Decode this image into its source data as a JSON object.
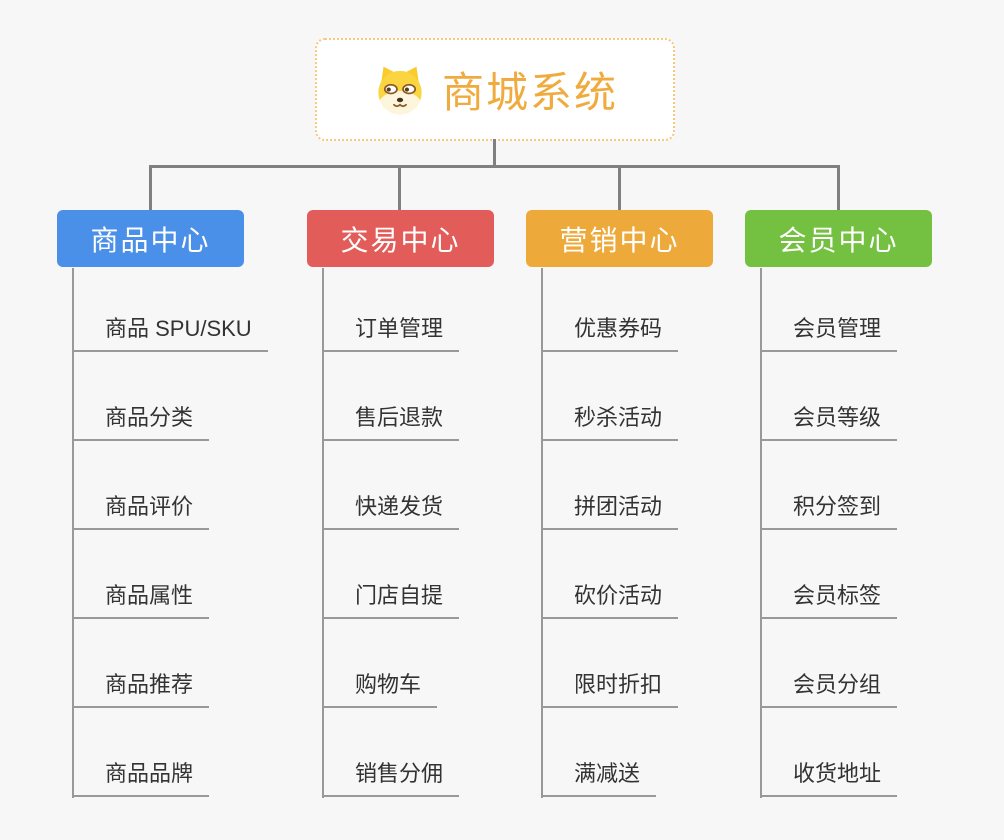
{
  "root": {
    "title": "商城系统",
    "icon": "dog-face-icon",
    "accent_color": "#f0ab3e",
    "border_color": "#f5c87e"
  },
  "connector_color": "#808080",
  "child_line_color": "#999999",
  "branches": [
    {
      "label": "商品中心",
      "color": "#4a8fe8",
      "children": [
        "商品 SPU/SKU",
        "商品分类",
        "商品评价",
        "商品属性",
        "商品推荐",
        "商品品牌"
      ]
    },
    {
      "label": "交易中心",
      "color": "#e25c5a",
      "children": [
        "订单管理",
        "售后退款",
        "快递发货",
        "门店自提",
        "购物车",
        "销售分佣"
      ]
    },
    {
      "label": "营销中心",
      "color": "#edaa3b",
      "children": [
        "优惠券码",
        "秒杀活动",
        "拼团活动",
        "砍价活动",
        "限时折扣",
        "满减送"
      ]
    },
    {
      "label": "会员中心",
      "color": "#74c041",
      "children": [
        "会员管理",
        "会员等级",
        "积分签到",
        "会员标签",
        "会员分组",
        "收货地址"
      ]
    }
  ]
}
